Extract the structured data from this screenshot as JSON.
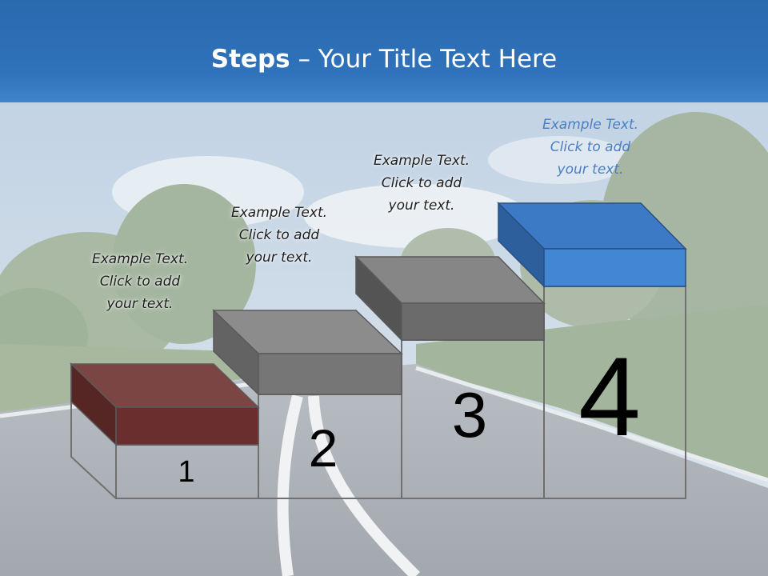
{
  "title": {
    "bold": "Steps",
    "rest": " – Your Title Text Here"
  },
  "steps": [
    {
      "number": "1",
      "caption": [
        "Example Text.",
        "Click  to add",
        "your text."
      ],
      "color": "#6b2e2e"
    },
    {
      "number": "2",
      "caption": [
        "Example Text.",
        "Click  to add",
        "your text."
      ],
      "color": "#6e6e6e"
    },
    {
      "number": "3",
      "caption": [
        "Example Text.",
        "Click  to add",
        "your text."
      ],
      "color": "#6e6e6e"
    },
    {
      "number": "4",
      "caption": [
        "Example Text.",
        "Click  to add",
        "your text."
      ],
      "color": "#3b7cc9"
    }
  ],
  "colors": {
    "title_bar": "#2f72bb",
    "accent": "#3b7cc9",
    "brick": "#6b2e2e",
    "gray": "#6e6e6e"
  }
}
